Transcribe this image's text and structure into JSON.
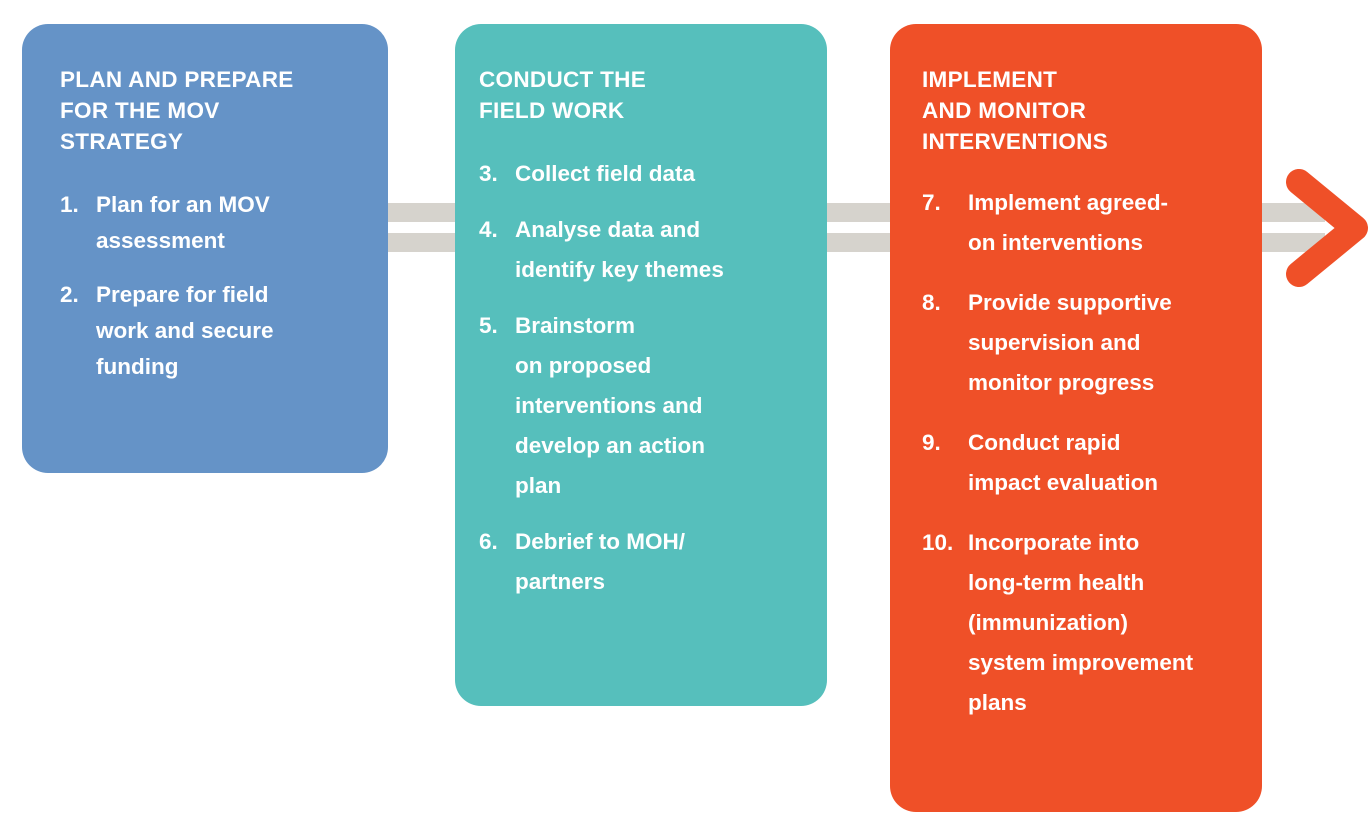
{
  "diagram": {
    "title_text": "",
    "colors": {
      "stage1": "#6593C7",
      "stage2": "#56BFBC",
      "stage3": "#EF5028",
      "connector": "#D6D3CD",
      "arrow": "#EF5028",
      "text": "#FFFFFF",
      "background": "#FFFFFF"
    },
    "stages": [
      {
        "id": "plan-and-prepare",
        "title": "PLAN AND PREPARE\nFOR THE MOV\nSTRATEGY",
        "steps": [
          {
            "number": "1.",
            "text": "Plan for an MOV\nassessment"
          },
          {
            "number": "2.",
            "text": "Prepare for field\nwork and secure\nfunding"
          }
        ]
      },
      {
        "id": "conduct-field-work",
        "title": "CONDUCT THE\nFIELD WORK",
        "steps": [
          {
            "number": "3.",
            "text": "Collect field data"
          },
          {
            "number": "4.",
            "text": "Analyse data and\nidentify key themes"
          },
          {
            "number": "5.",
            "text": "Brainstorm\non proposed\ninterventions  and\ndevelop an action\nplan"
          },
          {
            "number": "6.",
            "text": "Debrief to MOH/\npartners"
          }
        ]
      },
      {
        "id": "implement-and-monitor",
        "title": "IMPLEMENT\nAND MONITOR\nINTERVENTIONS",
        "steps": [
          {
            "number": "7.",
            "text": "Implement agreed-\non interventions"
          },
          {
            "number": "8.",
            "text": "Provide supportive\nsupervision and\nmonitor progress"
          },
          {
            "number": "9.",
            "text": "Conduct rapid\nimpact evaluation"
          },
          {
            "number": "10.",
            "text": "Incorporate into\nlong-term  health\n(immunization)\nsystem improvement\nplans"
          }
        ]
      }
    ],
    "connectors": [
      {
        "id": "connector-1",
        "between": "plan-and-prepare → conduct-field-work"
      },
      {
        "id": "connector-2",
        "between": "conduct-field-work → implement-and-monitor"
      },
      {
        "id": "connector-3",
        "between": "implement-and-monitor → arrow"
      }
    ],
    "arrow": {
      "id": "flow-arrow-right",
      "direction": "right"
    }
  }
}
